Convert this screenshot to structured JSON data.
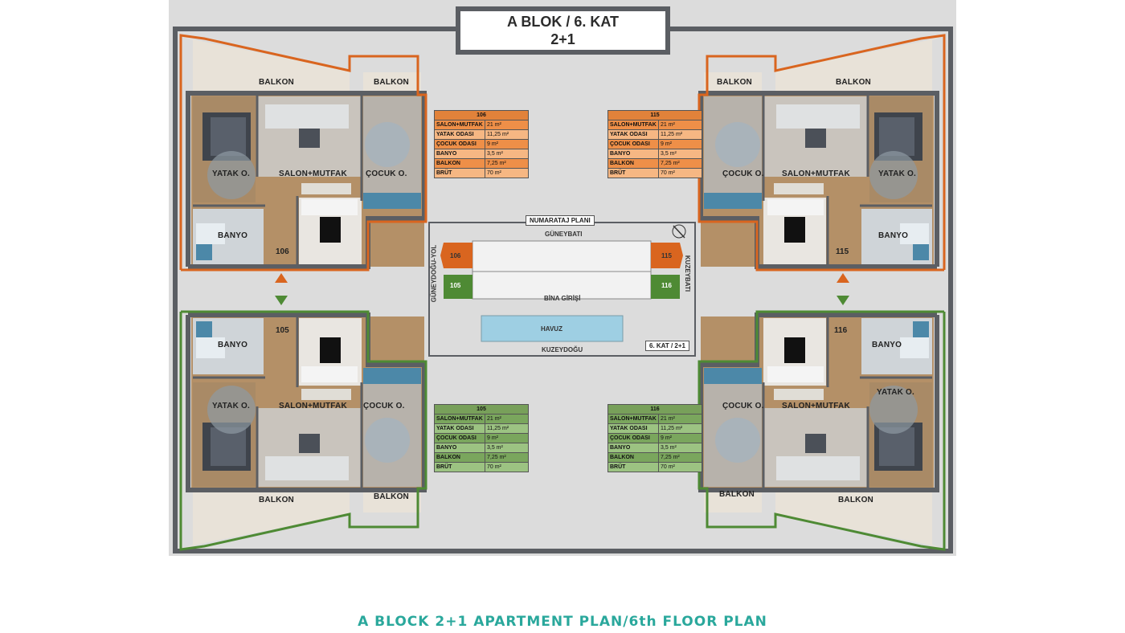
{
  "title": {
    "line1": "A BLOK / 6. KAT",
    "line2": "2+1"
  },
  "caption": "A BLOCK 2+1 APARTMENT PLAN/6th FLOOR PLAN",
  "colors": {
    "orange": "#d9651f",
    "green": "#4e8a34",
    "wall": "#5b5e63",
    "floor": "#dcdcdc",
    "caption": "#2aa89c"
  },
  "units": {
    "u106": {
      "number": "106",
      "balkon_main": "BALKON",
      "balkon_small": "BALKON",
      "yatak": "YATAK O.",
      "salon": "SALON+MUTFAK",
      "cocuk": "ÇOCUK O.",
      "banyo": "BANYO"
    },
    "u115": {
      "number": "115",
      "balkon_main": "BALKON",
      "balkon_small": "BALKON",
      "yatak": "YATAK O.",
      "salon": "SALON+MUTFAK",
      "cocuk": "ÇOCUK O.",
      "banyo": "BANYO"
    },
    "u105": {
      "number": "105",
      "balkon_main": "BALKON",
      "balkon_small": "BALKON",
      "yatak": "YATAK O.",
      "salon": "SALON+MUTFAK",
      "cocuk": "ÇOCUK O.",
      "banyo": "BANYO"
    },
    "u116": {
      "number": "116",
      "balkon_main": "BALKON",
      "balkon_small": "BALKON",
      "yatak": "YATAK O.",
      "salon": "SALON+MUTFAK",
      "cocuk": "ÇOCUK O.",
      "banyo": "BANYO"
    }
  },
  "tables": {
    "t106": {
      "header": "106",
      "rows": [
        {
          "k": "SALON+MUTFAK",
          "v": "21 m²"
        },
        {
          "k": "YATAK ODASI",
          "v": "11,25 m²"
        },
        {
          "k": "ÇOCUK ODASI",
          "v": "9 m²"
        },
        {
          "k": "BANYO",
          "v": "3,5 m²"
        },
        {
          "k": "BALKON",
          "v": "7,25 m²"
        },
        {
          "k": "BRÜT",
          "v": "70 m²"
        }
      ]
    },
    "t115": {
      "header": "115",
      "rows": [
        {
          "k": "SALON+MUTFAK",
          "v": "21 m²"
        },
        {
          "k": "YATAK ODASI",
          "v": "11,25 m²"
        },
        {
          "k": "ÇOCUK ODASI",
          "v": "9 m²"
        },
        {
          "k": "BANYO",
          "v": "3,5 m²"
        },
        {
          "k": "BALKON",
          "v": "7,25 m²"
        },
        {
          "k": "BRÜT",
          "v": "70 m²"
        }
      ]
    },
    "t105": {
      "header": "105",
      "rows": [
        {
          "k": "SALON+MUTFAK",
          "v": "21 m²"
        },
        {
          "k": "YATAK ODASI",
          "v": "11,25 m²"
        },
        {
          "k": "ÇOCUK ODASI",
          "v": "9 m²"
        },
        {
          "k": "BANYO",
          "v": "3,5 m²"
        },
        {
          "k": "BALKON",
          "v": "7,25 m²"
        },
        {
          "k": "BRÜT",
          "v": "70 m²"
        }
      ]
    },
    "t116": {
      "header": "116",
      "rows": [
        {
          "k": "SALON+MUTFAK",
          "v": "21 m²"
        },
        {
          "k": "YATAK ODASI",
          "v": "11,25 m²"
        },
        {
          "k": "ÇOCUK ODASI",
          "v": "9 m²"
        },
        {
          "k": "BANYO",
          "v": "3,5 m²"
        },
        {
          "k": "BALKON",
          "v": "7,25 m²"
        },
        {
          "k": "BRÜT",
          "v": "70 m²"
        }
      ]
    }
  },
  "keyplan": {
    "title": "NUMARATAJ PLANI",
    "top": "GÜNEYBATI",
    "bottom": "KUZEYDOĞU",
    "left": "GÜNEYDOĞU-YOL",
    "right": "KUZEYBATI",
    "entrance": "BİNA GİRİŞİ",
    "pool": "HAVUZ",
    "floor_tag": "6. KAT / 2+1",
    "units": [
      "106",
      "105",
      "115",
      "116"
    ]
  }
}
